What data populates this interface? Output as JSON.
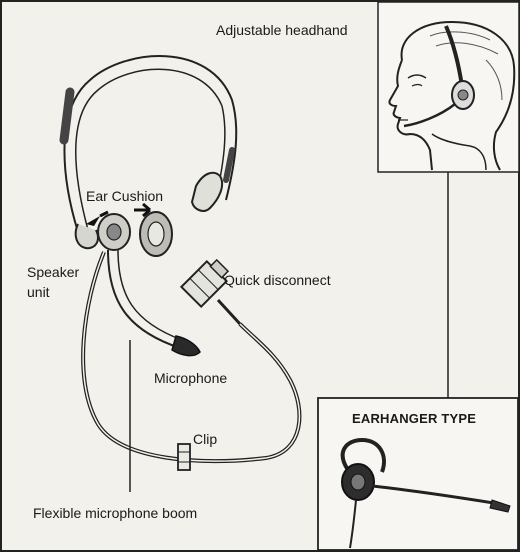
{
  "labels": {
    "adjustable_headband": "Adjustable headhand",
    "ear_cushion": "Ear Cushion",
    "speaker_unit_line1": "Speaker",
    "speaker_unit_line2": "unit",
    "quick_disconnect": "Quick disconnect",
    "microphone": "Microphone",
    "clip": "Clip",
    "flexible_microphone_boom": "Flexible microphone boom",
    "earhanger_type": "EARHANGER TYPE"
  },
  "colors": {
    "paper": "#f2f1ec",
    "ink": "#1d1d1d",
    "inset_background": "#f7f6f2"
  }
}
